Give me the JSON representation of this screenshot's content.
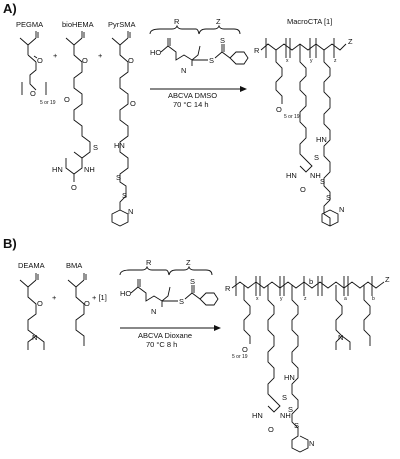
{
  "panel_a": {
    "label": "A)",
    "monomers": [
      "PEGMA",
      "bioHEMA",
      "PyrSMA"
    ],
    "cta_region_r": "R",
    "cta_region_z": "Z",
    "cta_groups": {
      "acid": "HO",
      "nitrile": "N",
      "ester_s": "S",
      "thio_s": "S"
    },
    "peg_repeat": "5 or 19",
    "conditions_1": "ABCVA DMSO",
    "conditions_2": "70 °C  14 h",
    "product": "MacroCTA [1]",
    "product_r": "R",
    "product_z": "Z",
    "subscripts": [
      "x",
      "y",
      "z"
    ],
    "ring_atoms": {
      "s": "S",
      "nh_left": "HN",
      "nh_right": "NH",
      "o": "O",
      "hn": "HN",
      "ss1": "S",
      "ss2": "S",
      "n": "N"
    }
  },
  "panel_b": {
    "label": "B)",
    "monomers": [
      "DEAMA",
      "BMA"
    ],
    "plus_macro": "+ [1]",
    "cta_region_r": "R",
    "cta_region_z": "Z",
    "cta_groups": {
      "acid": "HO",
      "nitrile": "N",
      "ester_s": "S",
      "thio_s": "S"
    },
    "amine": "N",
    "conditions_1": "ABCVA Dioxane",
    "conditions_2": "70 °C  8 h",
    "product_r": "R",
    "product_z": "Z",
    "block_b": "b",
    "subscripts": [
      "x",
      "y",
      "z",
      "a",
      "b"
    ],
    "peg_repeat": "5 or 19",
    "ring_atoms": {
      "s": "S",
      "nh_left": "HN",
      "nh_right": "NH",
      "o": "O",
      "hn": "HN",
      "ss1": "S",
      "ss2": "S",
      "n": "N",
      "amine": "N"
    }
  }
}
